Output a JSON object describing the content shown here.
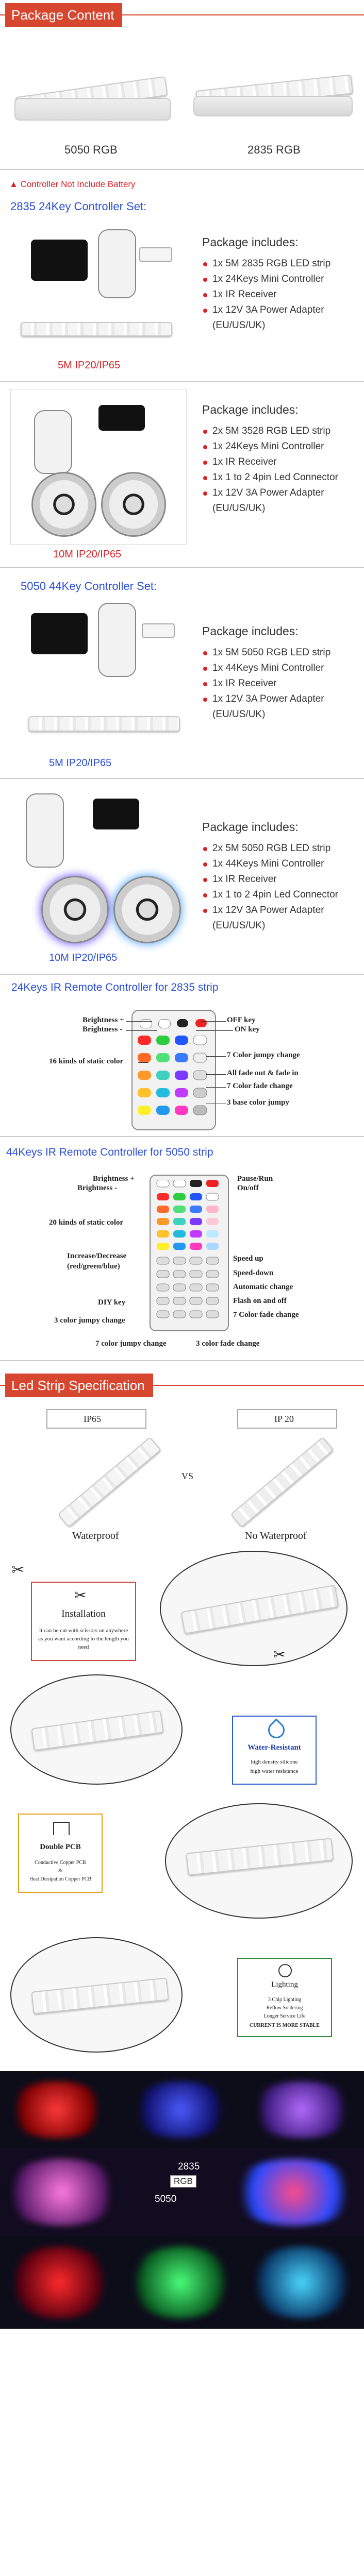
{
  "package": {
    "header": "Package Content",
    "strip1_label": "5050 RGB",
    "strip2_label": "2835 RGB",
    "note": "Controller Not Include  Battery"
  },
  "sets": {
    "set2835_title": "2835 24Key  Controller Set:",
    "set5050_title": "5050 44Key Controller Set:",
    "includes_title": "Package includes:",
    "a": {
      "caption": "5M IP20/IP65",
      "items": [
        "1x 5M 2835 RGB LED strip",
        "1x 24Keys Mini Controller",
        "1x IR Receiver",
        "1x 12V 3A Power Adapter",
        "(EU/US/UK)"
      ]
    },
    "b": {
      "caption": "10M IP20/IP65",
      "items": [
        "2x 5M 3528 RGB LED strip",
        "1x 24Keys Mini Controller",
        "1x IR Receiver",
        "1x 1 to 2 4pin Led Connector",
        "1x 12V 3A Power Adapter",
        "(EU/US/UK)"
      ]
    },
    "c": {
      "caption": "5M IP20/IP65",
      "items": [
        "1x 5M 5050 RGB LED strip",
        "1x 44Keys Mini Controller",
        "1x IR Receiver",
        "1x 12V 3A Power Adapter",
        "(EU/US/UK)"
      ]
    },
    "d": {
      "caption": "10M IP20/IP65",
      "items": [
        "2x 5M 5050 RGB LED strip",
        "1x 44Keys Mini Controller",
        "1x IR Receiver",
        "1x 1 to 2 4pin Led Connector",
        "1x 12V 3A Power Adapter",
        "(EU/US/UK)"
      ]
    }
  },
  "remote24": {
    "title": "24Keys IR Remote Controller  for 2835 strip",
    "labels": {
      "brightness_up": "Brightness +",
      "brightness_down": "Brightness -",
      "static": "16 kinds of static color",
      "off": "OFF key",
      "on": "ON key",
      "color_jump7": "7 Color jumpy change",
      "fade_all": "All fade out & fade in",
      "color_fade7": "7 Color fade change",
      "base_jump3": "3 base color jumpy"
    }
  },
  "remote44": {
    "title": "44Keys IR Remote Controller  for 5050 strip",
    "labels": {
      "brightness_up": "Brightness +",
      "brightness_down": "Brightness -",
      "static": "20 kinds of static color",
      "incdec": "Increase/Decrease",
      "rgb": "(red/green/blue)",
      "diy": "DIY key",
      "jump3": "3 color jumpy change",
      "jump7": "7 color jumpy change",
      "fade3": "3 color fade change",
      "pause": "Pause/Run",
      "onoff": "On/off",
      "speed_up": "Speed up",
      "speed_down": "Speed-down",
      "auto": "Automatic change",
      "flash": "Flash on and off",
      "fade7": "7 Color fade change"
    }
  },
  "spec": {
    "header": "Led Strip Specification",
    "ip65": "IP65",
    "ip20": "IP 20",
    "vs": "VS",
    "waterproof": "Waterproof",
    "no_waterproof": "No Waterproof",
    "install_title": "Installation",
    "install_text": "It can be cut with scissors on anywhere as you want according to the length you need",
    "water_title": "Water-Resistant",
    "water_text1": "high density silicone",
    "water_text2": "high water resistance",
    "pcb_title": "Double PCB",
    "pcb_text1": "Conductive Copper PCB",
    "pcb_text2": "&",
    "pcb_text3": "Heat Dissipation Copper PCB",
    "light_title": "Lighting",
    "light_text1": "3 Chip Lighting",
    "light_text2": "Reflow Soldering",
    "light_text3": "Longer Service Life",
    "light_text4": "CURRENT IS MORE STABLE"
  },
  "bottom": {
    "label2835": "2835",
    "label_rgb": "RGB",
    "label5050": "5050"
  }
}
